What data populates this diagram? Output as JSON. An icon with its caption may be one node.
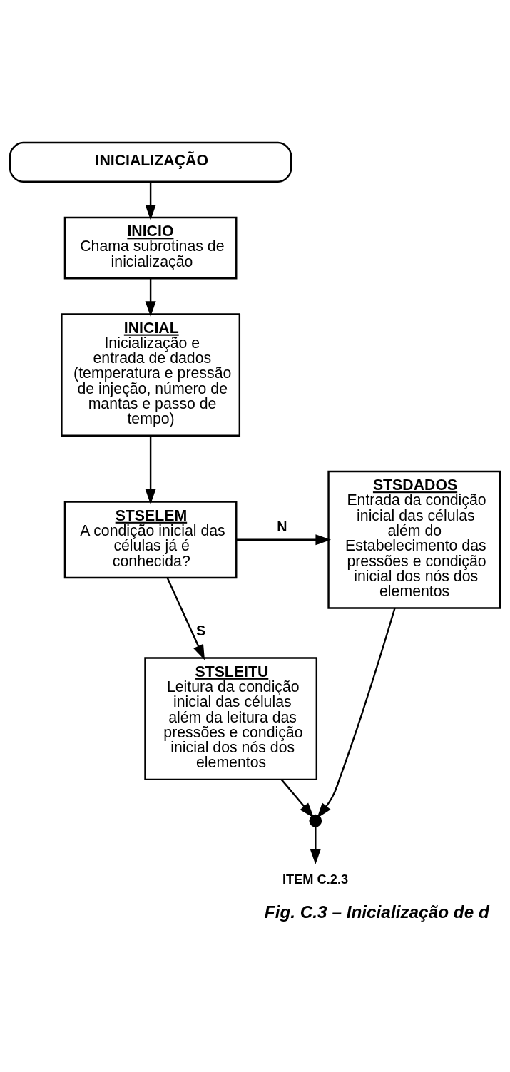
{
  "diagram": {
    "caption": "Fig. C.3 – Inicialização de d",
    "nodes": [
      {
        "text": [
          "INICIALIZAÇÃO"
        ]
      },
      {
        "text": [
          "INICIO",
          "Chama subrotinas de inicialização"
        ]
      },
      {
        "text": [
          "INICIAL",
          "Inicialização e entrada de dados (temperatura e pressão de injeção, número de mantas e passo de tempo)"
        ]
      },
      {
        "text": [
          "STSELEM",
          "A condição inicial das células já é conhecida?"
        ]
      },
      {
        "text": [
          "STSDADOS",
          "Entrada da condição inicial das células além do Estabelecimento das pressões e condição inicial dos nós dos elementos"
        ]
      },
      {
        "text": [
          "STSLEITU",
          "Leitura da condição inicial das células além da leitura das pressões e condição inicial dos nós dos elementos"
        ]
      },
      {
        "text": [],
        "shape": "circle"
      },
      {
        "text": [
          "ITEM C.2.3"
        ]
      }
    ],
    "edges": [
      {
        "from": 0,
        "to": 1,
        "arrow": "to"
      },
      {
        "from": 1,
        "to": 2,
        "arrow": "to"
      },
      {
        "from": 2,
        "to": 3,
        "arrow": "to"
      },
      {
        "from": 3,
        "to": 4,
        "arrow": "to",
        "label": "N"
      },
      {
        "from": 3,
        "to": 5,
        "arrow": "to",
        "label": "S"
      },
      {
        "from": 5,
        "to": 6,
        "arrow": "to"
      },
      {
        "from": 4,
        "to": 6,
        "arrow": "to"
      },
      {
        "from": 6,
        "to": 7,
        "arrow": "to"
      }
    ]
  }
}
